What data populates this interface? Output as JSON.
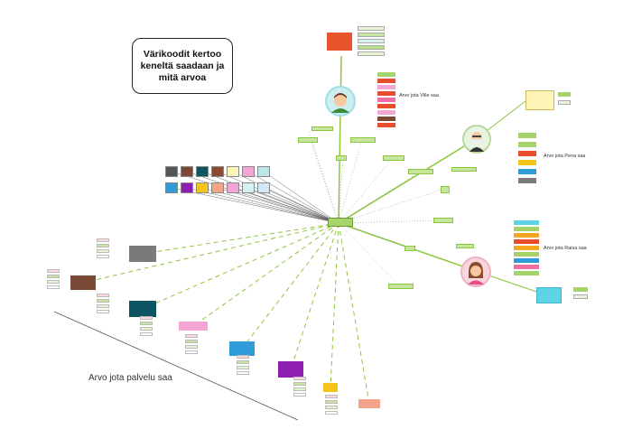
{
  "heading": {
    "line1": "Värikoodit kertoo",
    "line2": "keneltä saadaan ja",
    "line3": "mitä arvoa"
  },
  "labels": {
    "ville": "Arvo jota Ville saa",
    "pena": "Arvo jota Pena saa",
    "raisa": "Arvo jota Raisa saa",
    "palvelu": "Arvo jota palvelu saa"
  },
  "colors": {
    "green_line": "#8cc63f",
    "dashed_line": "#8cc63f",
    "hub": "#a6d36b",
    "red": "#e8542d",
    "brown": "#7b4a36",
    "teal": "#0e5563",
    "gray": "#7a7a7a",
    "pink": "#f3a6d6",
    "blue": "#2f9bd8",
    "purple": "#8f1fb0",
    "yellow": "#f5c41a",
    "salmon": "#f4a48b",
    "cyan": "#5fd3e6",
    "lightyellow": "#fdf4b5"
  },
  "icons": {
    "ville": "person-avatar-icon",
    "pena": "elderly-man-avatar-icon",
    "raisa": "woman-avatar-icon"
  }
}
